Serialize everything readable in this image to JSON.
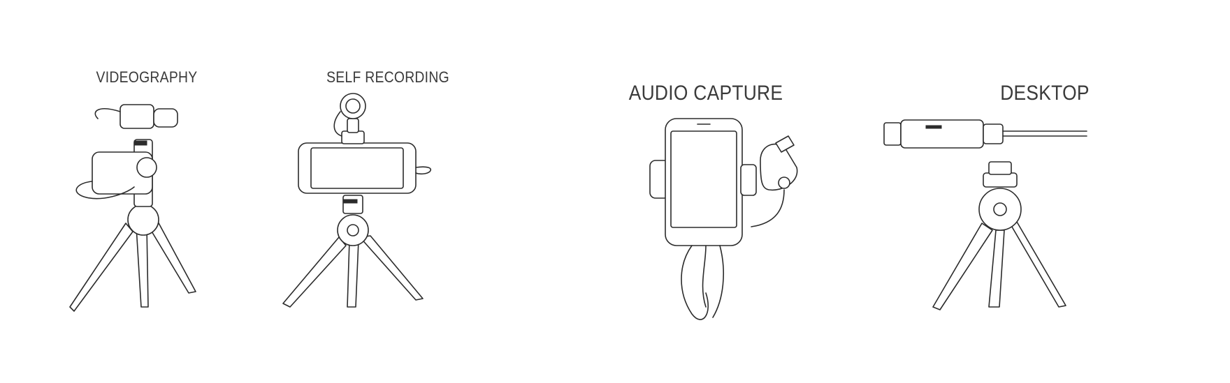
{
  "panels": [
    {
      "label": "VIDEOGRAPHY"
    },
    {
      "label": "SELF RECORDING"
    },
    {
      "label": "AUDIO CAPTURE"
    },
    {
      "label": "DESKTOP"
    }
  ]
}
